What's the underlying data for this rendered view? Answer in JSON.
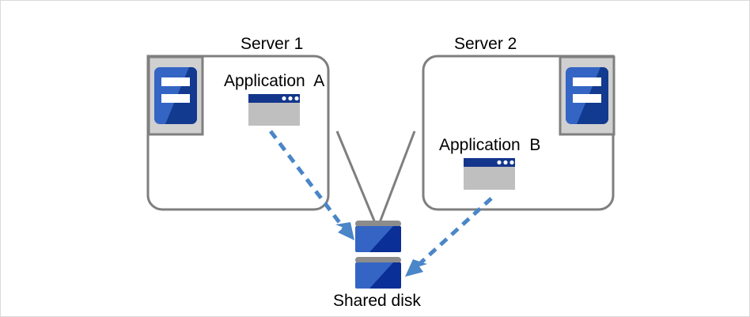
{
  "diagram": {
    "title_present": false,
    "background_color": "#ffffff",
    "frame_color": "#d9d9d9",
    "palette": {
      "box_outline": "#7f7f7f",
      "connector_line": "#7f7f7f",
      "arrow_blue": "#4a86c8",
      "icon_frame_gray": "#d0d0d0",
      "icon_frame_border": "#7f7f7f",
      "server_blue_light": "#3465c4",
      "server_blue_dark": "#123a8f",
      "app_titlebar": "#13358c",
      "app_body": "#bfbfbf",
      "disk_bar_gray": "#8c8c8c",
      "disk_blue_light": "#3465c4",
      "disk_blue_dark": "#0a2f96",
      "text_color": "#000000"
    },
    "nodes": [
      {
        "id": "server1",
        "label": "Server 1",
        "icon": "server-icon",
        "icon_position": "top-left",
        "app": {
          "label": "Application  A",
          "icon": "application-window-icon"
        }
      },
      {
        "id": "server2",
        "label": "Server 2",
        "icon": "server-icon",
        "icon_position": "top-right",
        "app": {
          "label": "Application  B",
          "icon": "application-window-icon"
        }
      }
    ],
    "storage": {
      "id": "shared-disk",
      "label": "Shared disk",
      "icon": "disk-stack-icon",
      "block_count": 2
    },
    "connections": [
      {
        "from": "server1",
        "to": "shared-disk",
        "style": "solid",
        "color": "#7f7f7f"
      },
      {
        "from": "server2",
        "to": "shared-disk",
        "style": "solid",
        "color": "#7f7f7f"
      },
      {
        "from": "application-a",
        "to": "shared-disk",
        "style": "dashed",
        "color": "#4a86c8",
        "arrow": true
      },
      {
        "from": "application-b",
        "to": "shared-disk",
        "style": "dashed",
        "color": "#4a86c8",
        "arrow": true
      }
    ]
  }
}
